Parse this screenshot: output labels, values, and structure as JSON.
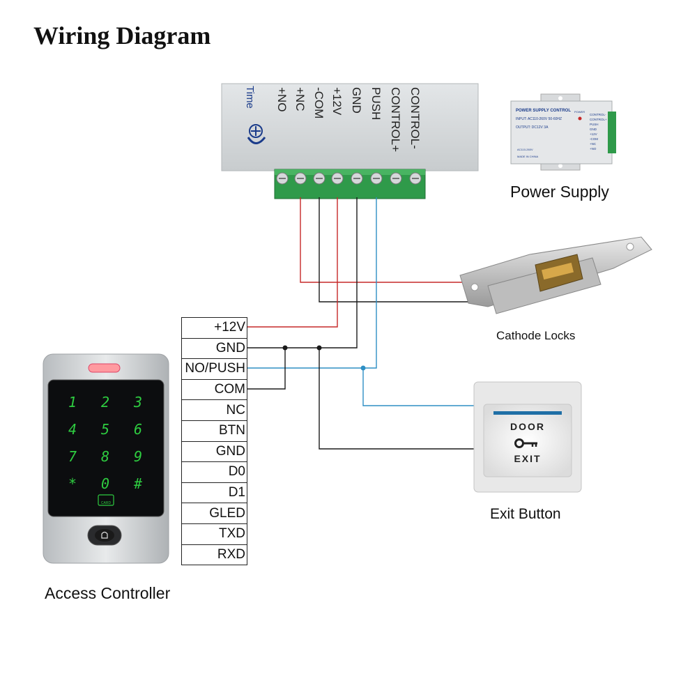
{
  "title": "Wiring Diagram",
  "power_supply": {
    "caption": "Power Supply",
    "time_label": "Time",
    "terminal_labels": [
      "+NO",
      "+NC",
      "-COM",
      "+12V",
      "GND",
      "PUSH",
      "CONTROL+",
      "CONTROL-"
    ],
    "thumb": {
      "header": "POWER SUPPLY CONTROL",
      "input": "INPUT: AC110-260V 50-60HZ",
      "output": "OUTPUT: DC12V  3A",
      "ac_label": "AC110-260V",
      "made_in": "MADE IN CHINA",
      "power": "POWER"
    }
  },
  "lock": {
    "caption": "Cathode Locks"
  },
  "exit_button": {
    "caption": "Exit Button",
    "door_text": "DOOR",
    "exit_text": "EXIT"
  },
  "controller": {
    "caption": "Access Controller",
    "keys": [
      "1",
      "2",
      "3",
      "4",
      "5",
      "6",
      "7",
      "8",
      "9",
      "*",
      "0",
      "#"
    ],
    "card_label": "CARD",
    "terminals": [
      "+12V",
      "GND",
      "NO/PUSH",
      "COM",
      "NC",
      "BTN",
      "GND",
      "D0",
      "D1",
      "GLED",
      "TXD",
      "RXD"
    ]
  },
  "colors": {
    "wire_red": "#c62828",
    "wire_black": "#1a1a1a",
    "wire_blue": "#2e8fc4",
    "key_green": "#2ecc40"
  }
}
